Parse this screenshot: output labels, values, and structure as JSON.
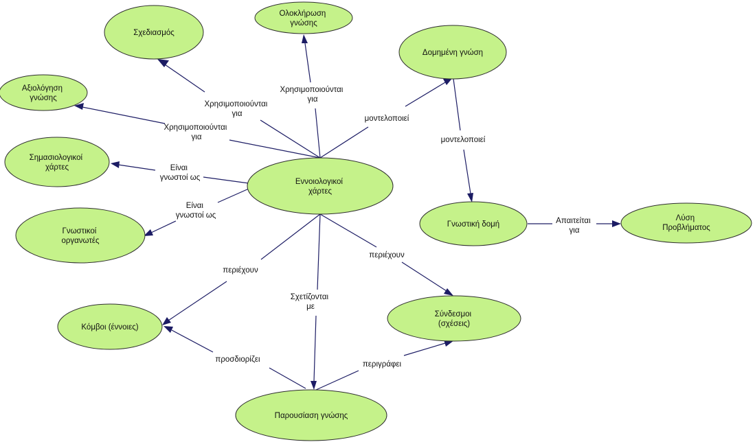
{
  "nodes": {
    "central": [
      "Εννοιολογικοί",
      "χάρτες"
    ],
    "planning": [
      "Σχεδιασμός"
    ],
    "knowledge_completion": [
      "Ολοκλήρωση",
      "γνώσης"
    ],
    "structured_knowledge": [
      "Δομημένη γνώση"
    ],
    "knowledge_assessment": [
      "Αξιολόγηση",
      "γνώσης"
    ],
    "semantic_maps": [
      "Σημασιολογικοί",
      "χάρτες"
    ],
    "cognitive_organizers": [
      "Γνωστικοί",
      "οργανωτές"
    ],
    "cognitive_structure": [
      "Γνωστική δομή"
    ],
    "problem_solving": [
      "Λύση",
      "Προβλήματος"
    ],
    "nodes_concepts": [
      "Κόμβοι (έννοιες)"
    ],
    "links_relations": [
      "Σύνδεσμοι",
      "(σχέσεις)"
    ],
    "knowledge_presentation": [
      "Παρουσίαση γνώσης"
    ]
  },
  "edges": {
    "to_planning": [
      "Χρησιμοποιούνται",
      "για"
    ],
    "to_knowledge_completion": [
      "Χρησιμοποιούνται",
      "για"
    ],
    "to_knowledge_assessment": [
      "Χρησιμοποιούνται",
      "για"
    ],
    "to_structured_knowledge": [
      "μοντελοποιεί"
    ],
    "structured_to_cognitive_structure": [
      "μοντελοποιεί"
    ],
    "cognitive_structure_to_problem_solving": [
      "Απαιτείται",
      "για"
    ],
    "to_semantic_maps": [
      "Είναι",
      "γνωστοί ως"
    ],
    "to_cognitive_organizers": [
      "Είναι",
      "γνωστοί ως"
    ],
    "to_nodes_concepts": [
      "περιέχουν"
    ],
    "to_links_relations": [
      "περιέχουν"
    ],
    "to_knowledge_presentation": [
      "Σχετίζονται",
      "με"
    ],
    "presentation_to_nodes": [
      "προσδιορίζει"
    ],
    "presentation_to_links": [
      "περιγράφει"
    ]
  }
}
